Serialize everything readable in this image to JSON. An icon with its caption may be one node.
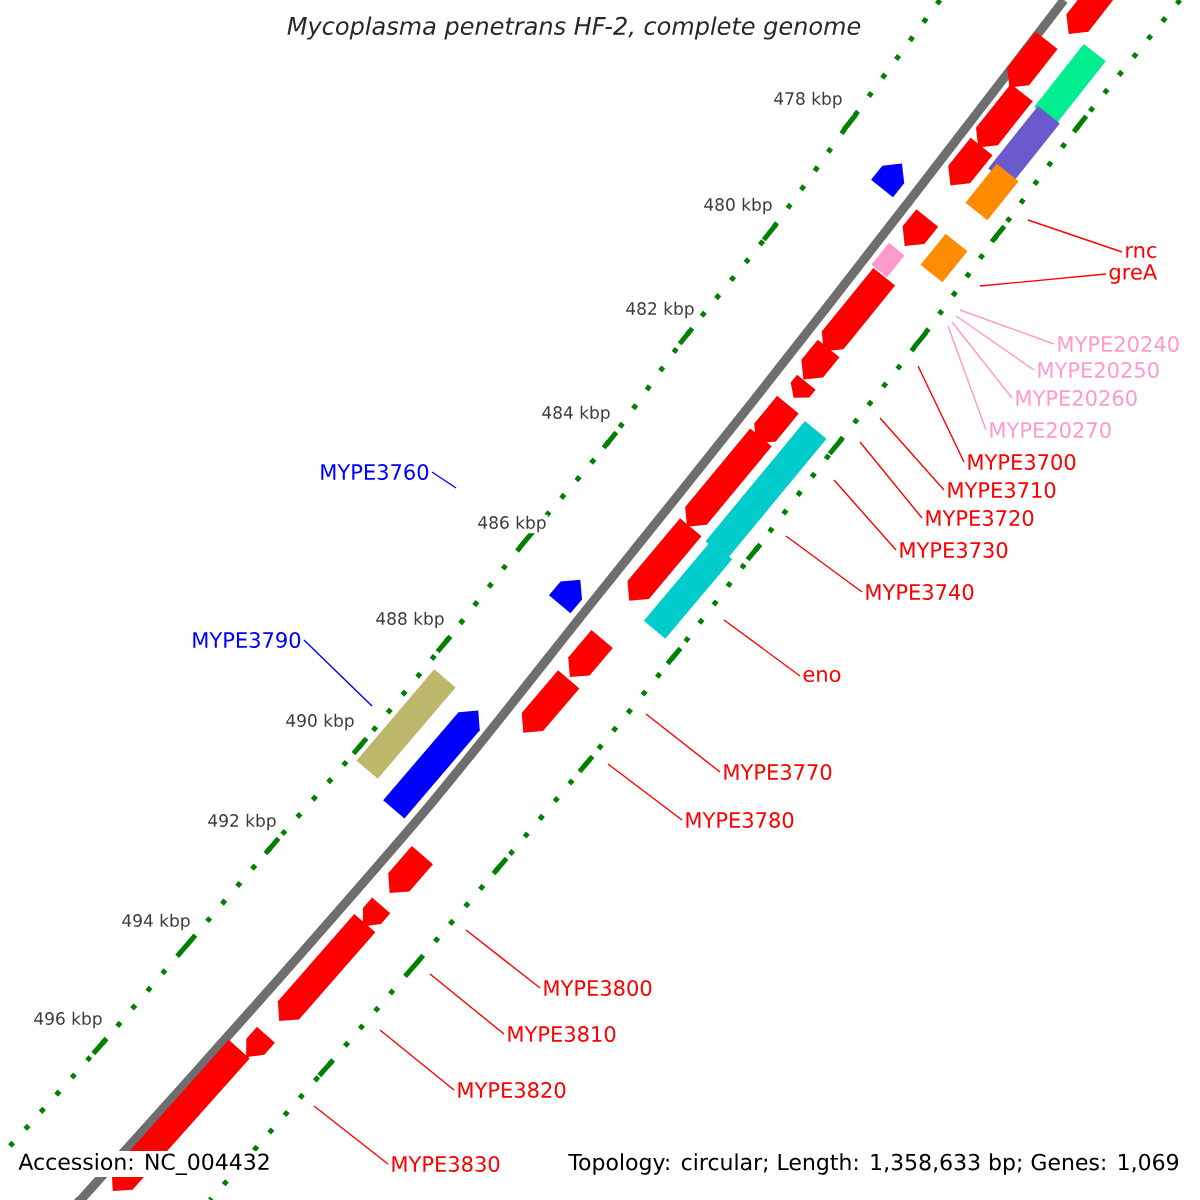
{
  "diagram": {
    "nodes": [
      {
        "text": [
          "rnc"
        ]
      },
      {
        "text": [
          "greA"
        ]
      },
      {
        "text": [
          "MYPE20240"
        ]
      },
      {
        "text": [
          "MYPE20250"
        ]
      },
      {
        "text": [
          "MYPE20260"
        ]
      },
      {
        "text": [
          "MYPE20270"
        ]
      },
      {
        "text": [
          "MYPE3700"
        ]
      },
      {
        "text": [
          "MYPE3760"
        ]
      },
      {
        "text": [
          "MYPE3710"
        ]
      },
      {
        "text": [
          "MYPE3720"
        ]
      },
      {
        "text": [
          "MYPE3730"
        ]
      },
      {
        "text": [
          "MYPE3740"
        ]
      },
      {
        "text": [
          "MYPE3790"
        ]
      },
      {
        "text": [
          "eno"
        ]
      },
      {
        "text": [
          "MYPE3770"
        ]
      },
      {
        "text": [
          "MYPE3780"
        ]
      },
      {
        "text": [
          "MYPE3800"
        ]
      },
      {
        "text": [
          "MYPE3810"
        ]
      },
      {
        "text": [
          "MYPE3820"
        ]
      },
      {
        "text": [
          "MYPE3830"
        ]
      }
    ],
    "edges": [
      {
        "from": 0,
        "to": null,
        "arrow": "none"
      },
      {
        "from": 1,
        "to": null,
        "arrow": "none"
      },
      {
        "from": 2,
        "to": null,
        "arrow": "none",
        "color": "#ff99cc"
      },
      {
        "from": 3,
        "to": null,
        "arrow": "none",
        "color": "#ff99cc"
      },
      {
        "from": 4,
        "to": null,
        "arrow": "none",
        "color": "#ff99cc"
      },
      {
        "from": 5,
        "to": null,
        "arrow": "none",
        "color": "#ff99cc"
      },
      {
        "from": 6,
        "to": null,
        "arrow": "none"
      },
      {
        "from": 7,
        "to": null,
        "arrow": "none",
        "color": "#0000ff"
      },
      {
        "from": 8,
        "to": null,
        "arrow": "none"
      },
      {
        "from": 9,
        "to": null,
        "arrow": "none"
      },
      {
        "from": 10,
        "to": null,
        "arrow": "none"
      },
      {
        "from": 11,
        "to": null,
        "arrow": "none"
      },
      {
        "from": 12,
        "to": null,
        "arrow": "none",
        "color": "#0000ff"
      },
      {
        "from": 13,
        "to": null,
        "arrow": "none"
      },
      {
        "from": 14,
        "to": null,
        "arrow": "none"
      },
      {
        "from": 15,
        "to": null,
        "arrow": "none"
      },
      {
        "from": 16,
        "to": null,
        "arrow": "none"
      },
      {
        "from": 17,
        "to": null,
        "arrow": "none"
      },
      {
        "from": 18,
        "to": null,
        "arrow": "none"
      },
      {
        "from": 19,
        "to": null,
        "arrow": "none"
      }
    ],
    "labels": [
      "Mycoplasma penetrans HF-2, complete genome",
      "478 kbp",
      "480 kbp",
      "482 kbp",
      "484 kbp",
      "486 kbp",
      "488 kbp",
      "490 kbp",
      "492 kbp",
      "494 kbp",
      "496 kbp",
      "Accession: NC_004432",
      "Topology: circular; Length: 1,358,633 bp; Genes: 1,069"
    ]
  }
}
